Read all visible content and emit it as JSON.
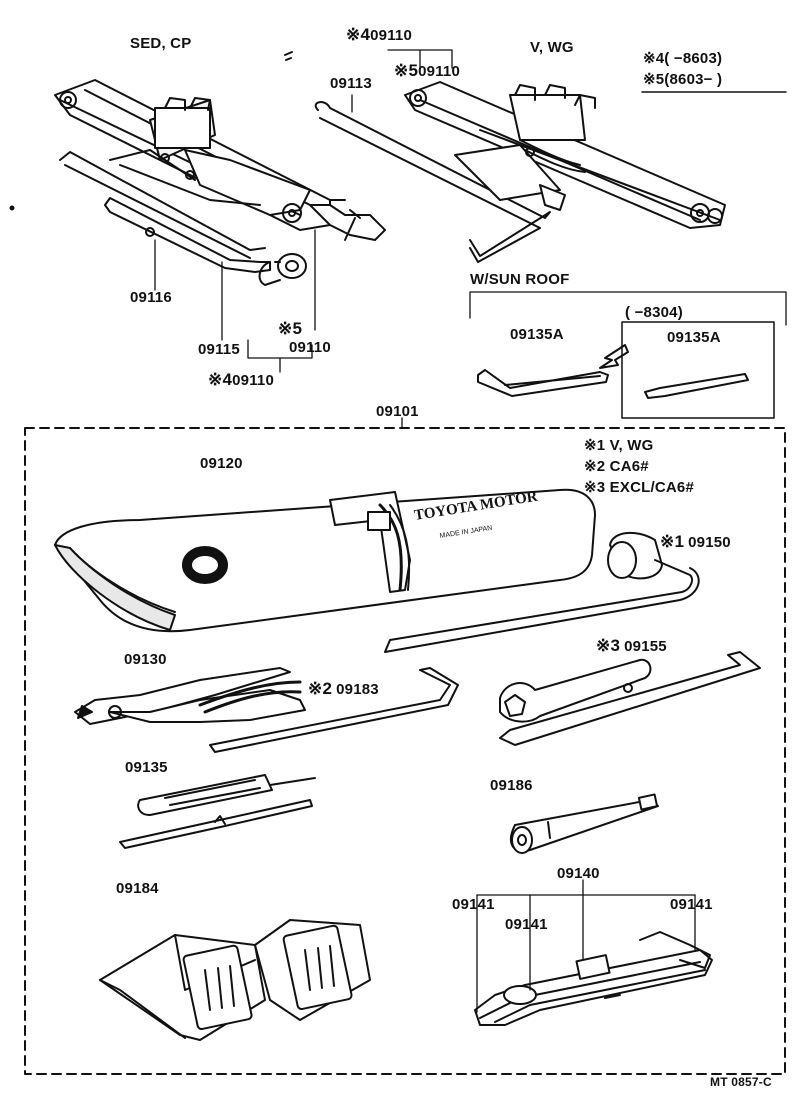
{
  "headers": {
    "sed_cp": "SED, CP",
    "v_wg": "V, WG",
    "w_sun_roof": "W/SUN  ROOF"
  },
  "notes": {
    "n4": "※4(         −8603)",
    "n5": "※5(8603−          )",
    "n1": "※1 V, WG",
    "n2": "※2 CA6#",
    "n3": "※3 EXCL/CA6#",
    "sunroof_range": "(         −8304)"
  },
  "parts": {
    "p09110_top_mark": "※4",
    "p09110_top": "09110",
    "p09110_mid_mark": "※5",
    "p09110_mid": "09110",
    "p09113": "09113",
    "p09116": "09116",
    "p09115": "09115",
    "p09110_left_mark": "※5",
    "p09110_left": "09110",
    "p09110_bottom_mark": "※4",
    "p09110_bottom": "09110",
    "p09135A_a": "09135A",
    "p09135A_b": "09135A",
    "p09101": "09101",
    "p09120": "09120",
    "p09150_mark": "※1",
    "p09150": "09150",
    "p09130": "09130",
    "p09183_mark": "※2",
    "p09183": "09183",
    "p09155_mark": "※3",
    "p09155": "09155",
    "p09135": "09135",
    "p09186": "09186",
    "p09184": "09184",
    "p09140": "09140",
    "p09141_a": "09141",
    "p09141_b": "09141",
    "p09141_c": "09141"
  },
  "pouch_text": {
    "line1": "TOYOTA MOTOR",
    "line2": "MADE IN JAPAN"
  },
  "figure_id": "MT  0857-C"
}
